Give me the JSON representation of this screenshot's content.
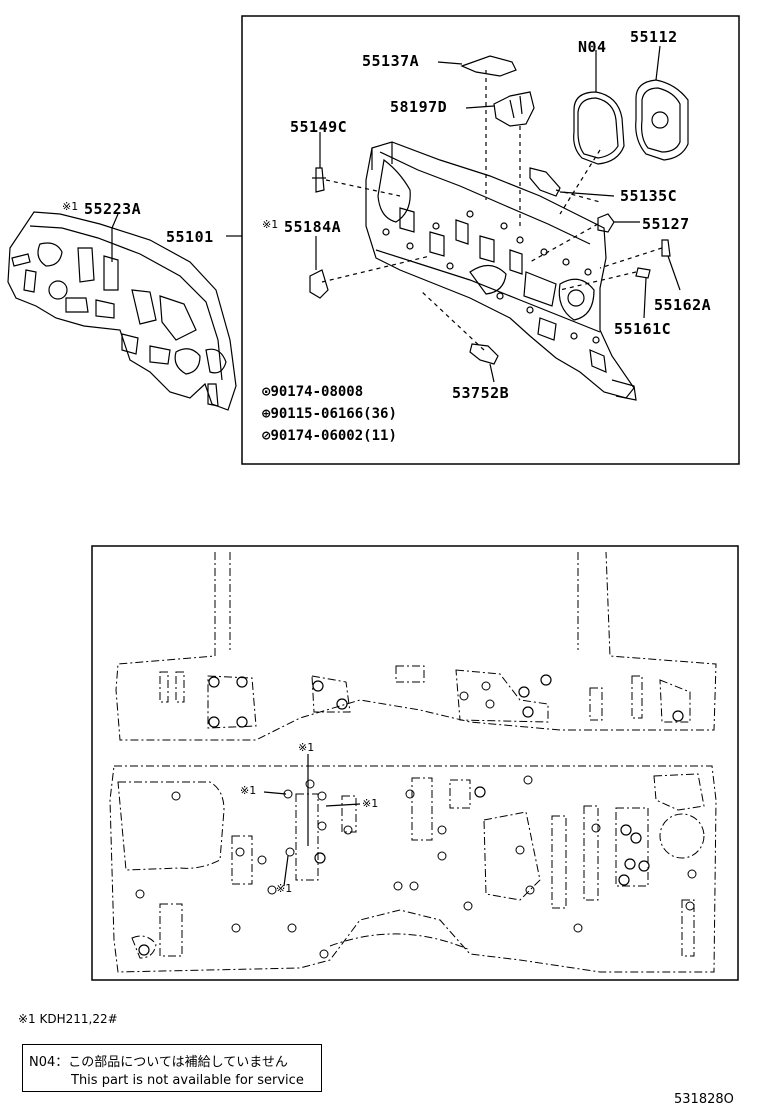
{
  "parts": {
    "p55137A": "55137A",
    "pN04": "N04",
    "p55112": "55112",
    "p58197D": "58197D",
    "p55149C": "55149C",
    "p55135C": "55135C",
    "p55223A": "55223A",
    "p55101": "55101",
    "p55184A": "55184A",
    "p55127": "55127",
    "p55162A": "55162A",
    "p55161C": "55161C",
    "p53752B": "53752B"
  },
  "marks": {
    "asterisk1": "※1"
  },
  "fasteners": [
    {
      "symbol": "⊙",
      "text": "90174-08008"
    },
    {
      "symbol": "⊕",
      "text": "90115-06166(36)"
    },
    {
      "symbol": "⊘",
      "text": "90174-06002(11)"
    }
  ],
  "footnote": "※1 KDH211,22#",
  "note": {
    "line1": "N04：この部品については補給していません",
    "line2": "This part is not available for service"
  },
  "diagram_id": "531828O"
}
